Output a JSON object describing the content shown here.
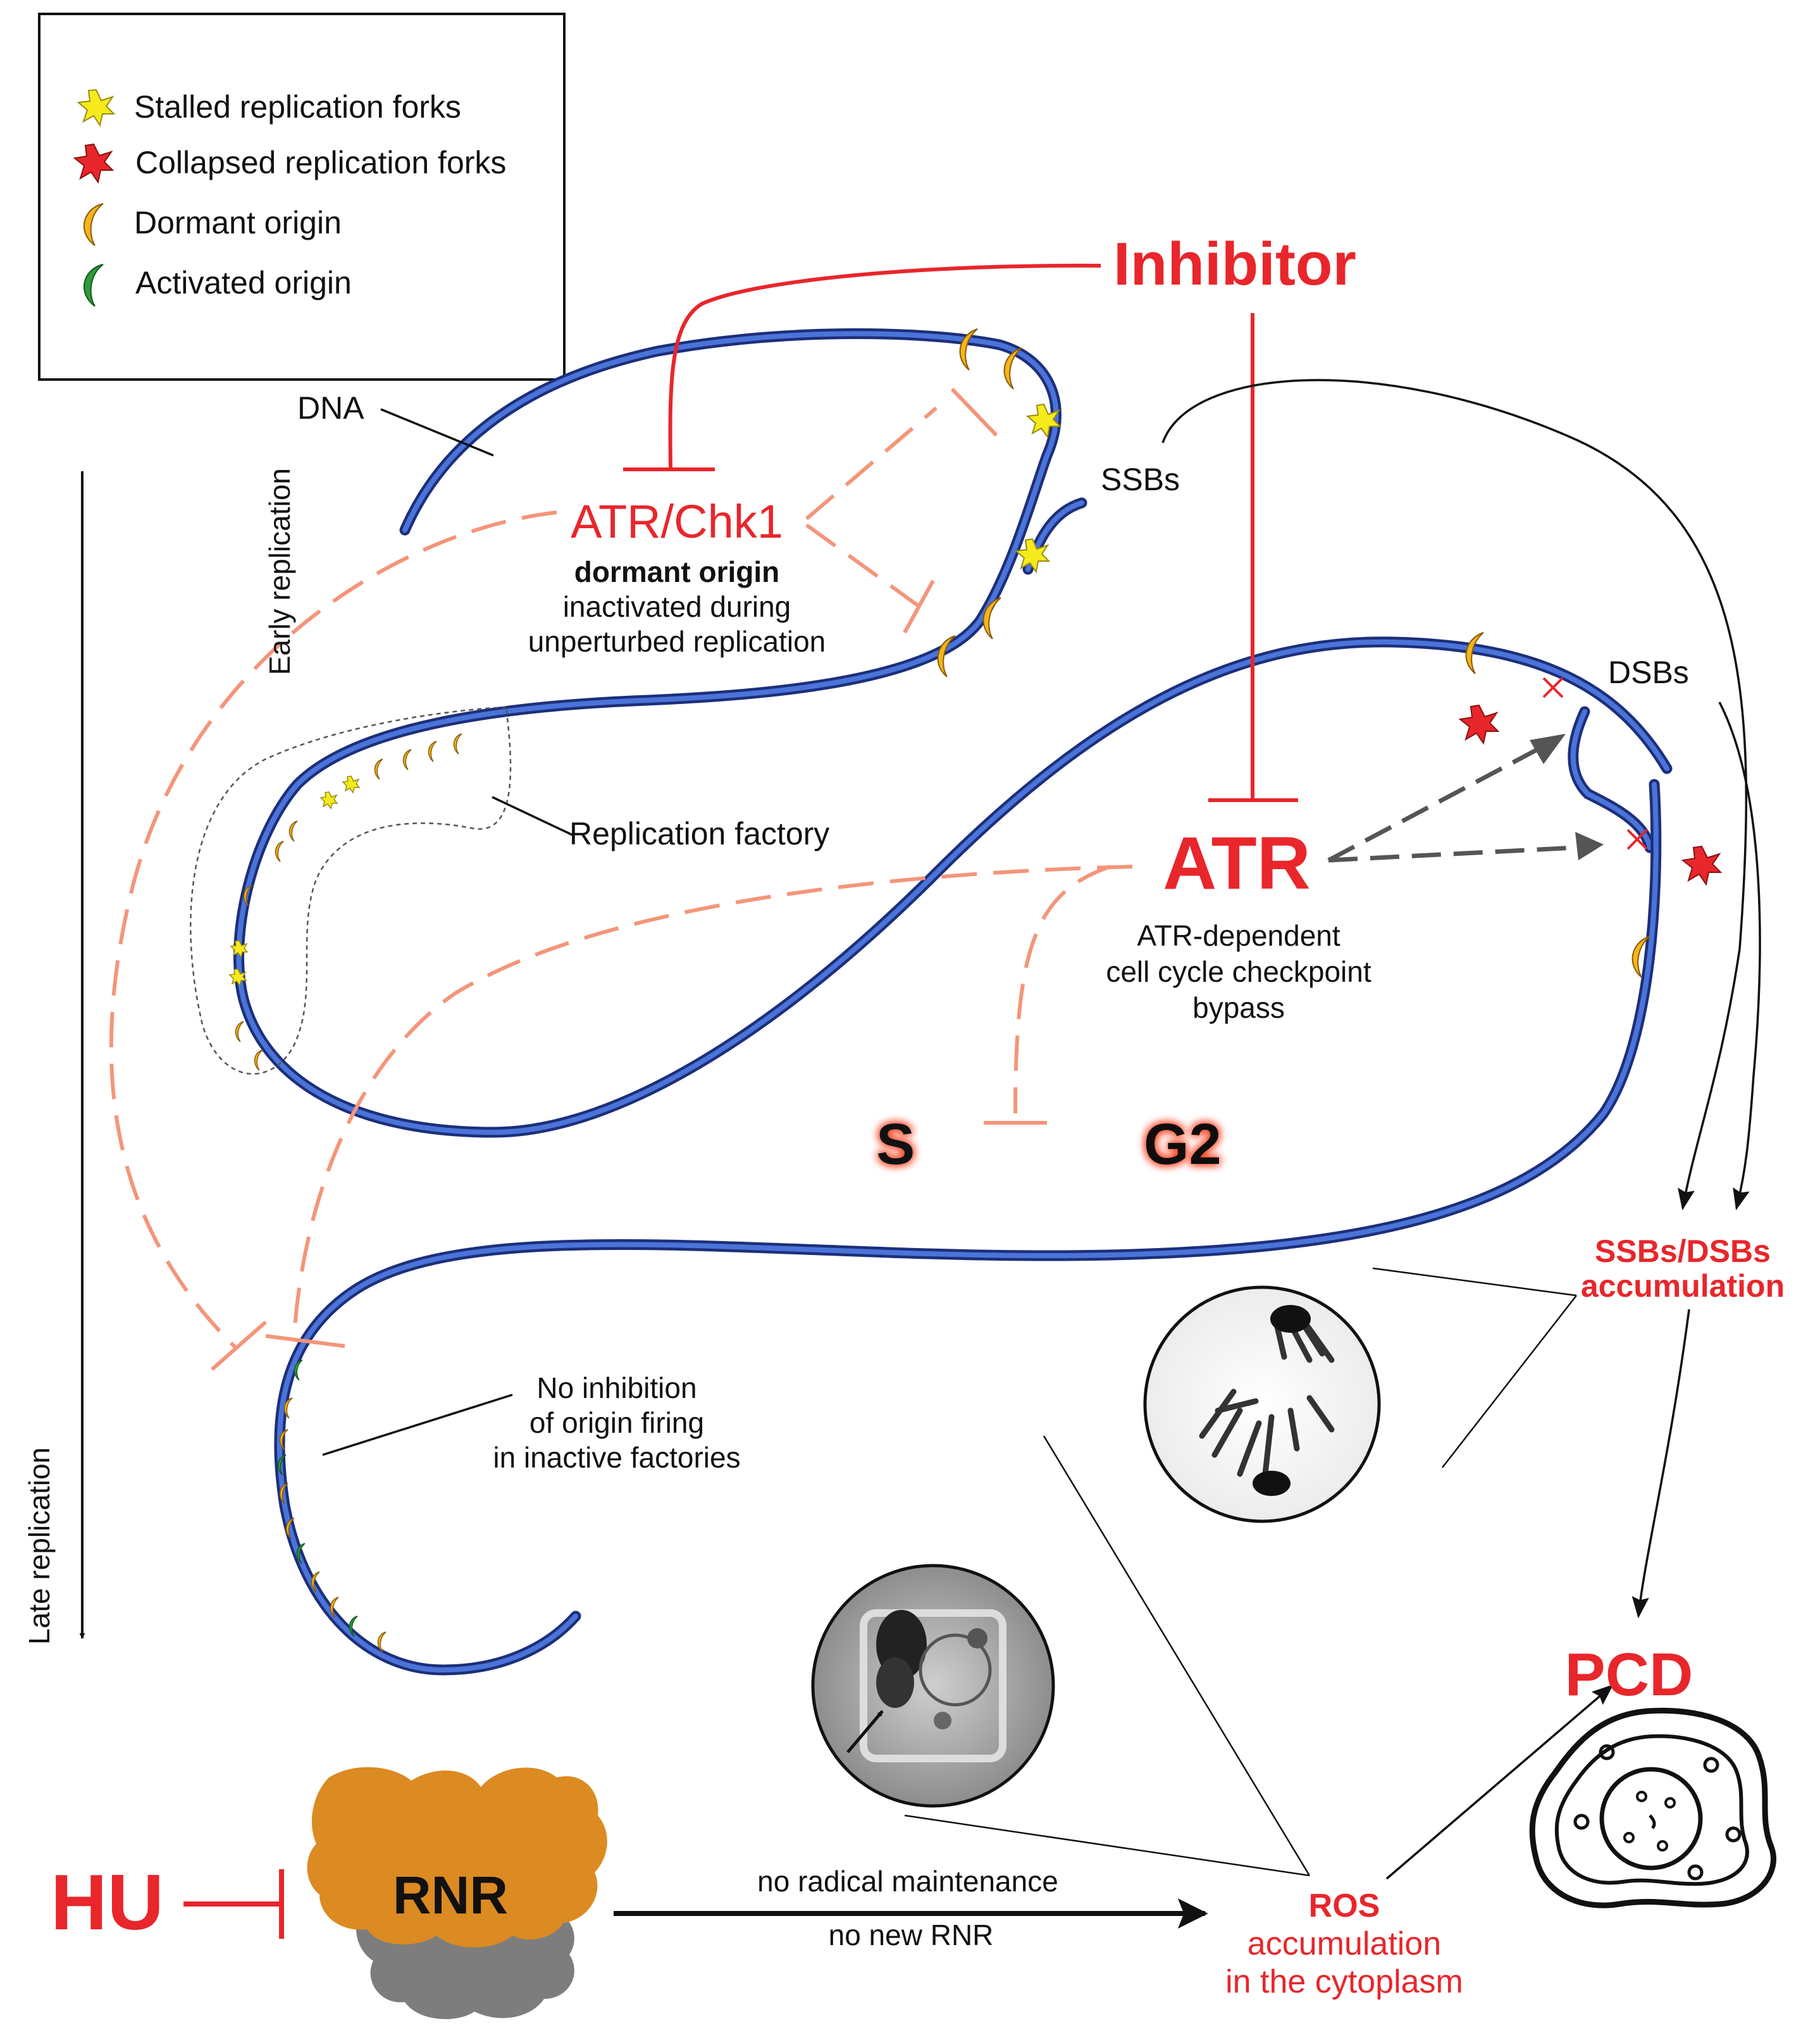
{
  "legend": {
    "items": [
      {
        "icon": "stalled-fork-star-icon",
        "color": "#f7ea1c",
        "label": "Stalled replication forks"
      },
      {
        "icon": "collapsed-fork-star-icon",
        "color": "#e8262b",
        "label": "Collapsed replication forks"
      },
      {
        "icon": "dormant-origin-icon",
        "color": "#f5b51b",
        "label": "Dormant origin"
      },
      {
        "icon": "activated-origin-icon",
        "color": "#2e9a3c",
        "label": "Activated origin"
      }
    ]
  },
  "labels": {
    "dna": "DNA",
    "inhibitor": "Inhibitor",
    "ssbs": "SSBs",
    "dsbs": "DSBs",
    "atr_chk1": "ATR/Chk1",
    "dormant_origin": "dormant origin",
    "inactivated_1": "inactivated during",
    "inactivated_2": "unperturbed replication",
    "replication_factory": "Replication factory",
    "atr": "ATR",
    "checkpoint_1": "ATR-dependent",
    "checkpoint_2": "cell cycle checkpoint",
    "checkpoint_3": "bypass",
    "s": "S",
    "g2": "G2",
    "accumulation_1": "SSBs/DSBs",
    "accumulation_2": "accumulation",
    "no_inhibition_1": "No inhibition",
    "no_inhibition_2": "of origin firing",
    "no_inhibition_3": "in inactive factories",
    "pcd": "PCD",
    "hu": "HU",
    "rnr": "RNR",
    "no_radical": "no radical maintenance",
    "no_new_rnr": "no new RNR",
    "ros_1": "ROS",
    "ros_2": "accumulation",
    "ros_3": "in the cytoplasm",
    "early_replication": "Early replication",
    "late_replication": "Late replication"
  },
  "colors": {
    "inhibition_red": "#e8262b",
    "salmon_inhibition": "#f4957a",
    "dna_blue": "#3b5fc4",
    "rnr_orange": "#dc8a22",
    "rnr_gray": "#7d7d7d"
  }
}
